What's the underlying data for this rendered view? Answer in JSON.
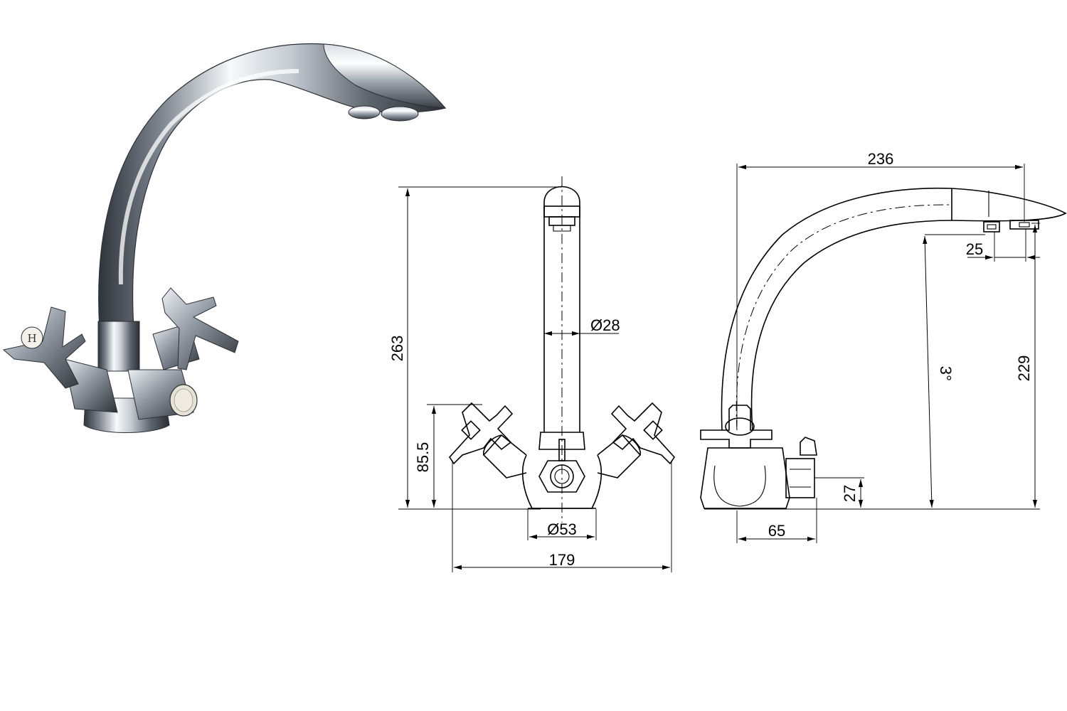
{
  "dimensions": {
    "overall_height": "263",
    "body_height": "85.5",
    "spout_diameter": "Ø28",
    "base_diameter": "Ø53",
    "overall_width": "179",
    "reach": "236",
    "outlet_spacing": "25",
    "spout_angle": "3°",
    "clearance_height": "229",
    "inlet_height": "27",
    "base_depth": "65"
  },
  "views": [
    "product-photo",
    "front-view",
    "side-view"
  ],
  "colors": {
    "chrome_dark": "#3d434c",
    "chrome_mid": "#9aa3ad",
    "chrome_light": "#f4f6f8",
    "handle_cap": "#e7e2d6"
  }
}
